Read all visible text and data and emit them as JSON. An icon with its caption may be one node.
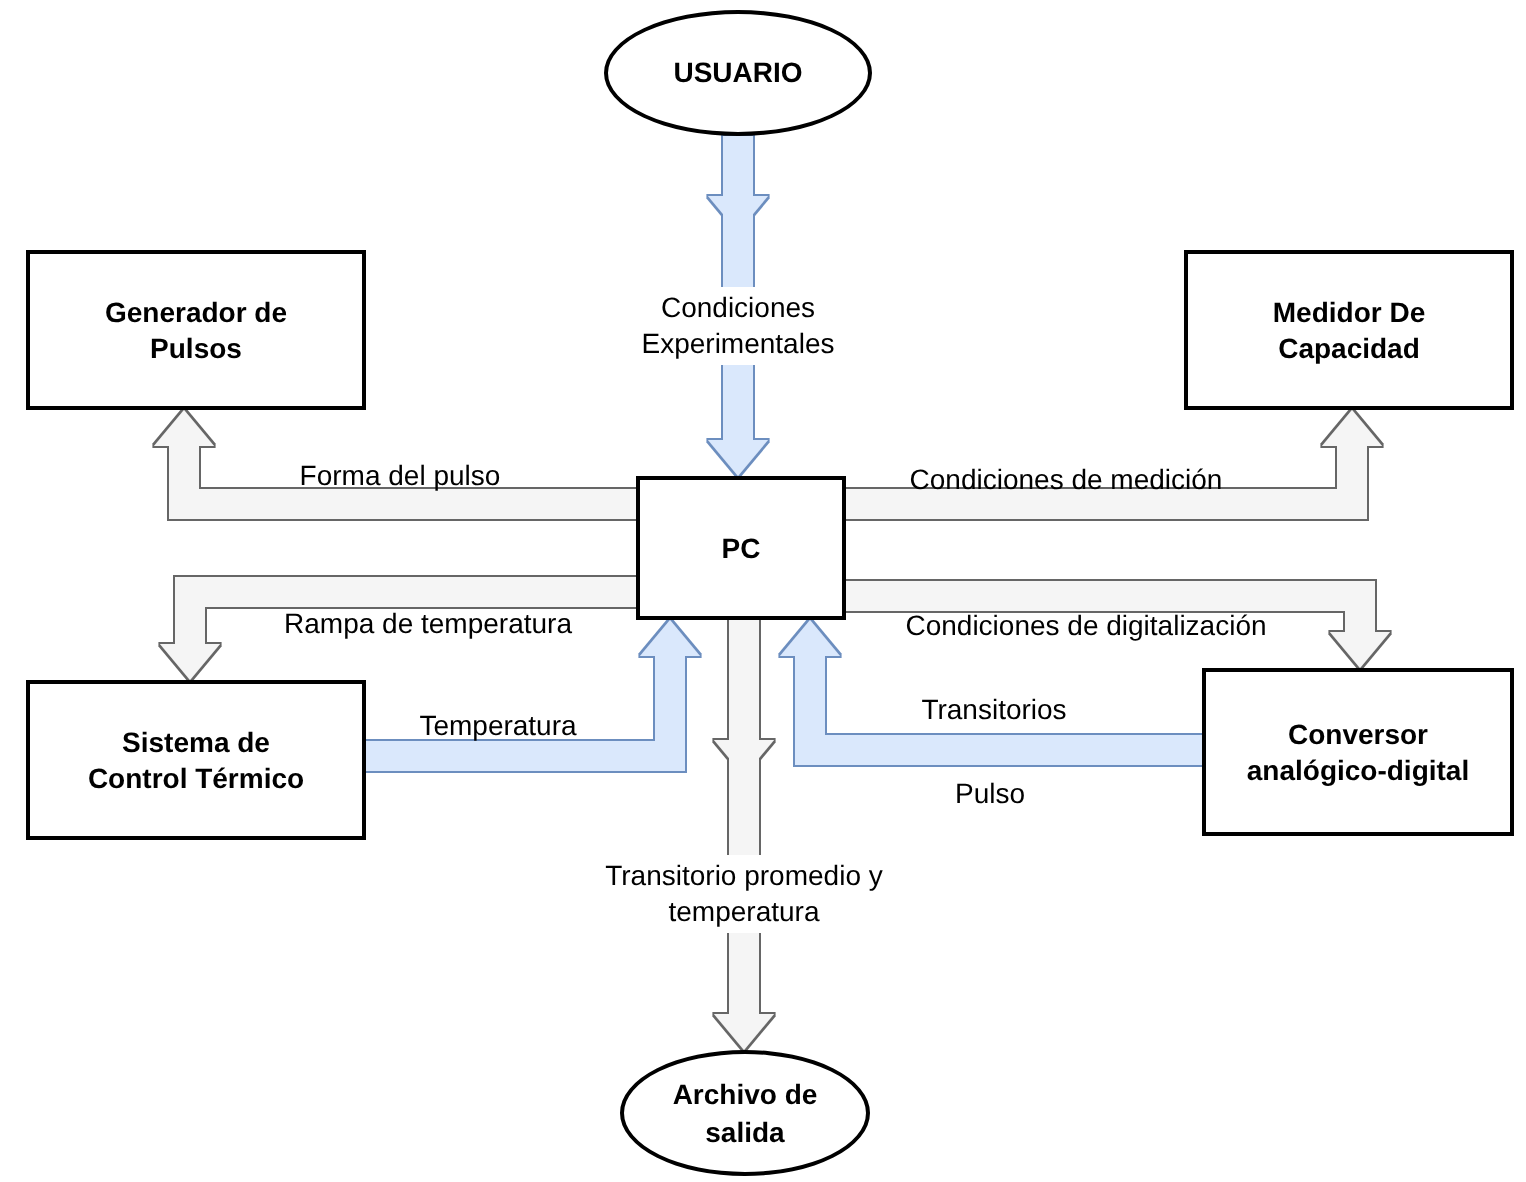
{
  "diagram": {
    "nodes": [
      {
        "text": [
          "USUARIO"
        ]
      },
      {
        "text": [
          "Generador de Pulsos"
        ]
      },
      {
        "text": [
          "Medidor De Capacidad"
        ]
      },
      {
        "text": [
          "PC"
        ]
      },
      {
        "text": [
          "Sistema de Control Térmico"
        ]
      },
      {
        "text": [
          "Conversor analógico-digital"
        ]
      },
      {
        "text": [
          "Archivo de salida"
        ]
      }
    ],
    "edges": [
      {
        "from": 0,
        "to": 3,
        "arrow": "to",
        "label": "Condiciones Experimentales",
        "color": "#dae8fc"
      },
      {
        "from": 3,
        "to": 1,
        "arrow": "to",
        "label": "Forma del pulso"
      },
      {
        "from": 3,
        "to": 2,
        "arrow": "to",
        "label": "Condiciones de medición"
      },
      {
        "from": 3,
        "to": 4,
        "arrow": "to",
        "label": "Rampa de temperatura"
      },
      {
        "from": 3,
        "to": 5,
        "arrow": "to",
        "label": "Condiciones de digitalización"
      },
      {
        "from": 4,
        "to": 3,
        "arrow": "to",
        "label": "Temperatura",
        "color": "#dae8fc"
      },
      {
        "from": 5,
        "to": 3,
        "arrow": "to",
        "label": "Transitorios",
        "color": "#dae8fc"
      },
      {
        "from": 3,
        "to": 6,
        "arrow": "to",
        "label": "Transitorio promedio y temperatura"
      }
    ],
    "labels": [
      "Pulso"
    ]
  }
}
